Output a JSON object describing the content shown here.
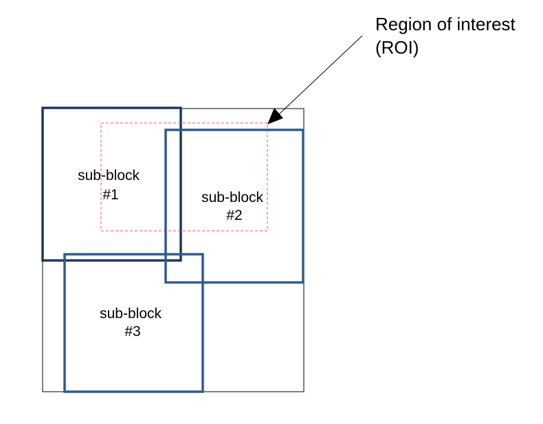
{
  "roi_callout": {
    "line1": "Region of interest",
    "line2": "(ROI)",
    "arrow_color": "#000000",
    "roi_outline_color": "#ff4d4d"
  },
  "outer_block": {
    "border_color": "#000000"
  },
  "sub_blocks": [
    {
      "line1": "sub-block",
      "line2": "#1",
      "border_color": "#1a3a5c"
    },
    {
      "line1": "sub-block",
      "line2": "#2",
      "border_color": "#2e5c91"
    },
    {
      "line1": "sub-block",
      "line2": "#3",
      "border_color": "#2e5c91"
    }
  ]
}
